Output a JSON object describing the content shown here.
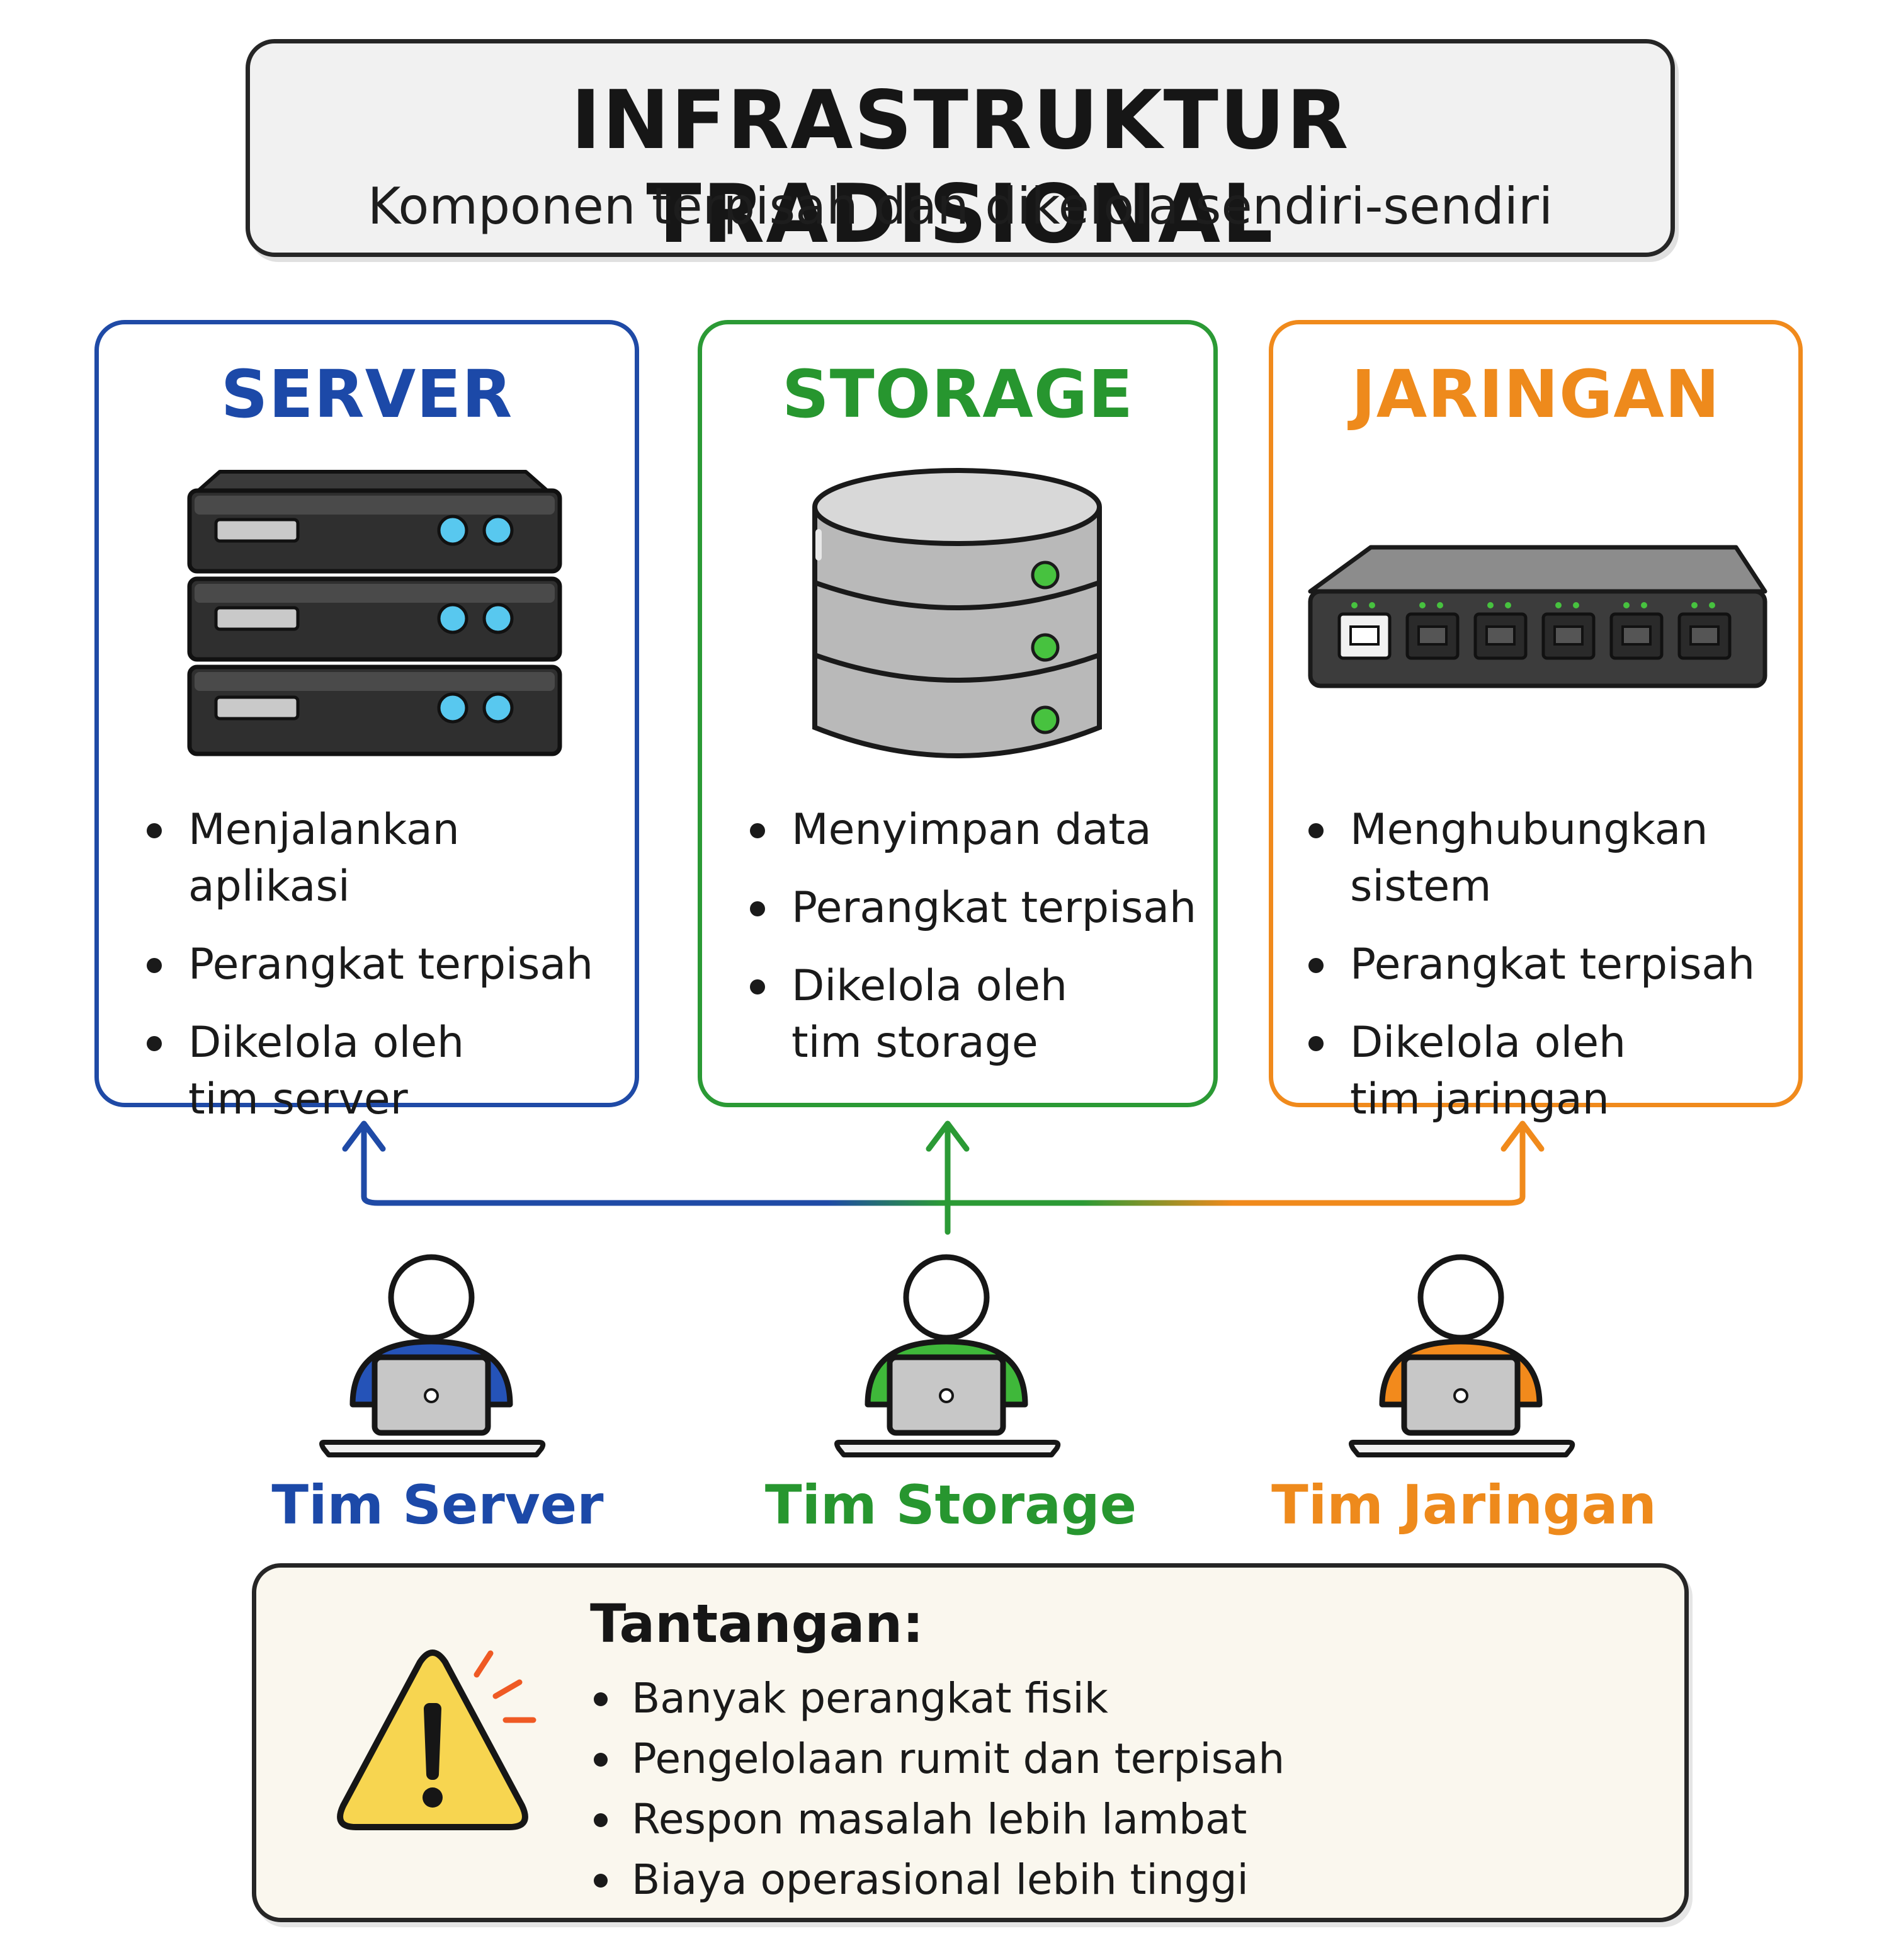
{
  "header": {
    "title": "INFRASTRUKTUR TRADISIONAL",
    "subtitle": "Komponen terpisah dan dikelola sendiri-sendiri"
  },
  "colors": {
    "server": "#1c49a8",
    "storage": "#27962f",
    "network": "#ee8a1c",
    "warning": "#f7d550"
  },
  "panels": [
    {
      "title": "SERVER",
      "icon": "server-rack-icon",
      "bullets": [
        "Menjalankan aplikasi",
        "Perangkat terpisah",
        "Dikelola oleh tim server"
      ]
    },
    {
      "title": "STORAGE",
      "icon": "database-icon",
      "bullets": [
        "Menyimpan data",
        "Perangkat terpisah",
        "Dikelola oleh tim storage"
      ]
    },
    {
      "title": "JARINGAN",
      "icon": "network-switch-icon",
      "bullets": [
        "Menghubungkan sistem",
        "Perangkat terpisah",
        "Dikelola oleh tim jaringan"
      ]
    }
  ],
  "teams": [
    {
      "label": "Tim Server",
      "icon": "person-laptop-icon"
    },
    {
      "label": "Tim Storage",
      "icon": "person-laptop-icon"
    },
    {
      "label": "Tim Jaringan",
      "icon": "person-laptop-icon"
    }
  ],
  "challenge": {
    "title": "Tantangan:",
    "icon": "warning-icon",
    "items": [
      "Banyak perangkat fisik",
      "Pengelolaan rumit dan terpisah",
      "Respon masalah lebih lambat",
      "Biaya operasional lebih tinggi"
    ]
  }
}
